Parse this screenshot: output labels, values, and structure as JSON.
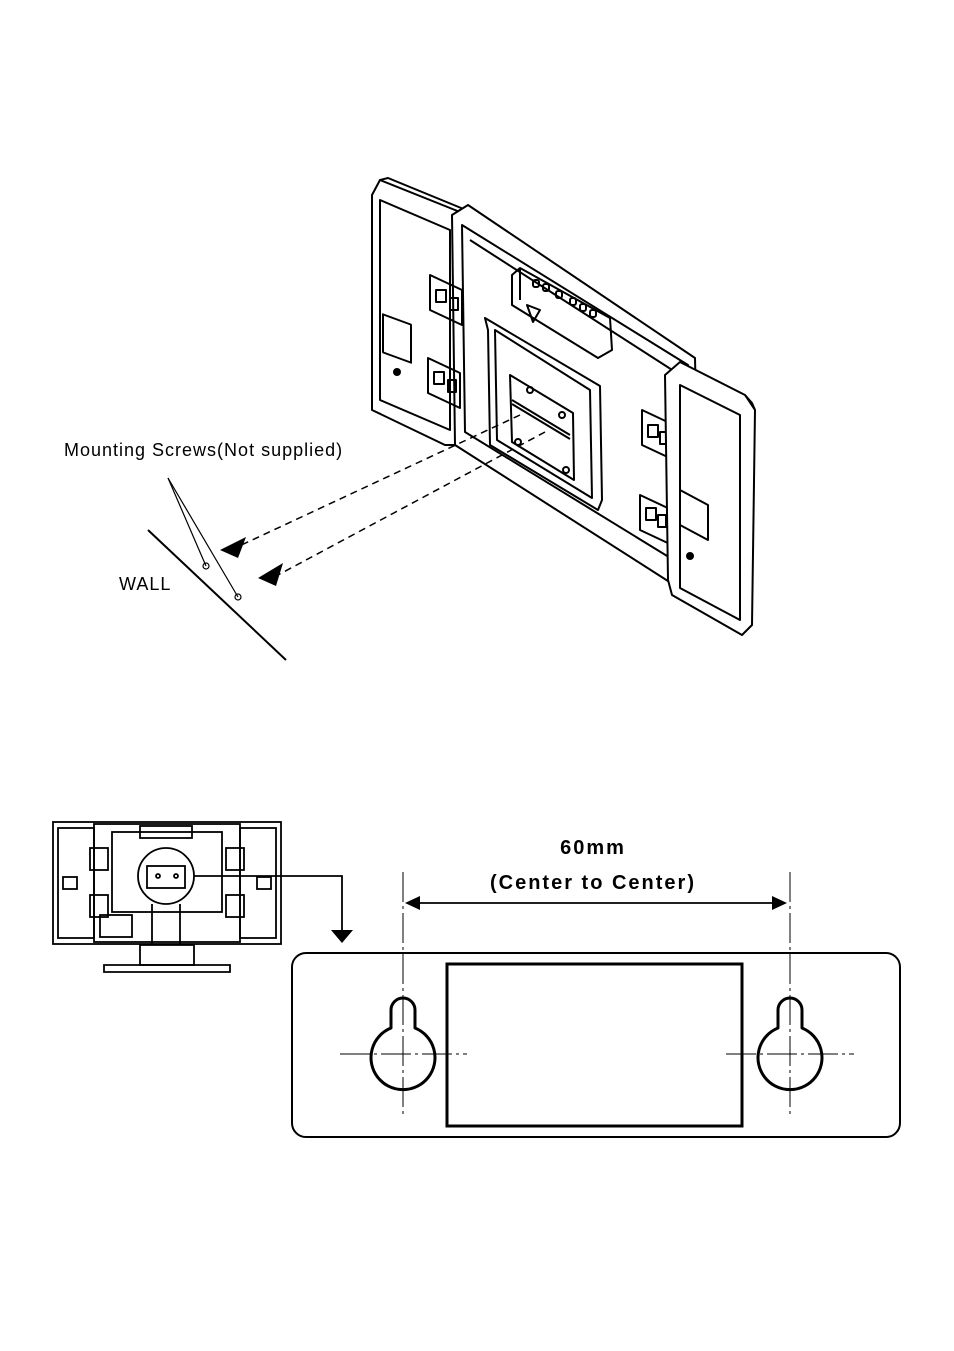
{
  "labels": {
    "mounting_screws": "Mounting Screws(Not supplied)",
    "wall": "WALL",
    "dimension": "60mm",
    "dimension_note": "(Center to Center)"
  },
  "colors": {
    "ink": "#000000",
    "paper": "#ffffff"
  }
}
